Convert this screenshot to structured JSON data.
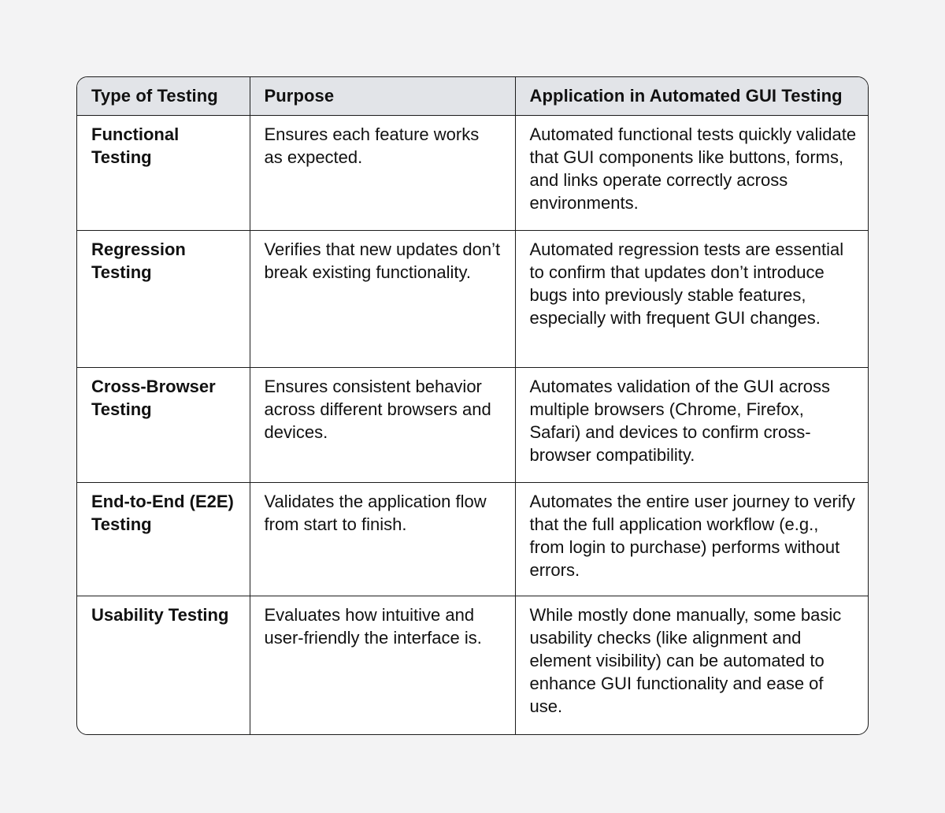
{
  "table": {
    "headers": [
      "Type of Testing",
      "Purpose",
      "Application in Automated GUI Testing"
    ],
    "rows": [
      {
        "type": "Functional Testing",
        "purpose": "Ensures each feature works as expected.",
        "application": "Automated functional tests quickly validate that GUI components like buttons, forms, and links operate correctly across environments."
      },
      {
        "type": "Regression Testing",
        "purpose": "Verifies that new updates don’t break existing functionality.",
        "application": "Automated regression tests are essential to confirm that updates don’t introduce bugs into previously stable features, especially with frequent GUI changes."
      },
      {
        "type": "Cross-Browser Testing",
        "purpose": "Ensures consistent behavior across different browsers and devices.",
        "application": "Automates validation of the GUI across multiple browsers (Chrome, Firefox, Safari) and devices to confirm cross-browser compatibility."
      },
      {
        "type": "End-to-End (E2E) Testing",
        "purpose": "Validates the application flow from start to finish.",
        "application": "Automates the entire user journey to verify that the full application workflow (e.g., from login to purchase) performs without errors."
      },
      {
        "type": "Usability Testing",
        "purpose": "Evaluates how intuitive and user-friendly the interface is.",
        "application": "While mostly done manually, some basic usability checks (like alignment and element visibility) can be automated to enhance GUI functionality and ease of use."
      }
    ]
  }
}
